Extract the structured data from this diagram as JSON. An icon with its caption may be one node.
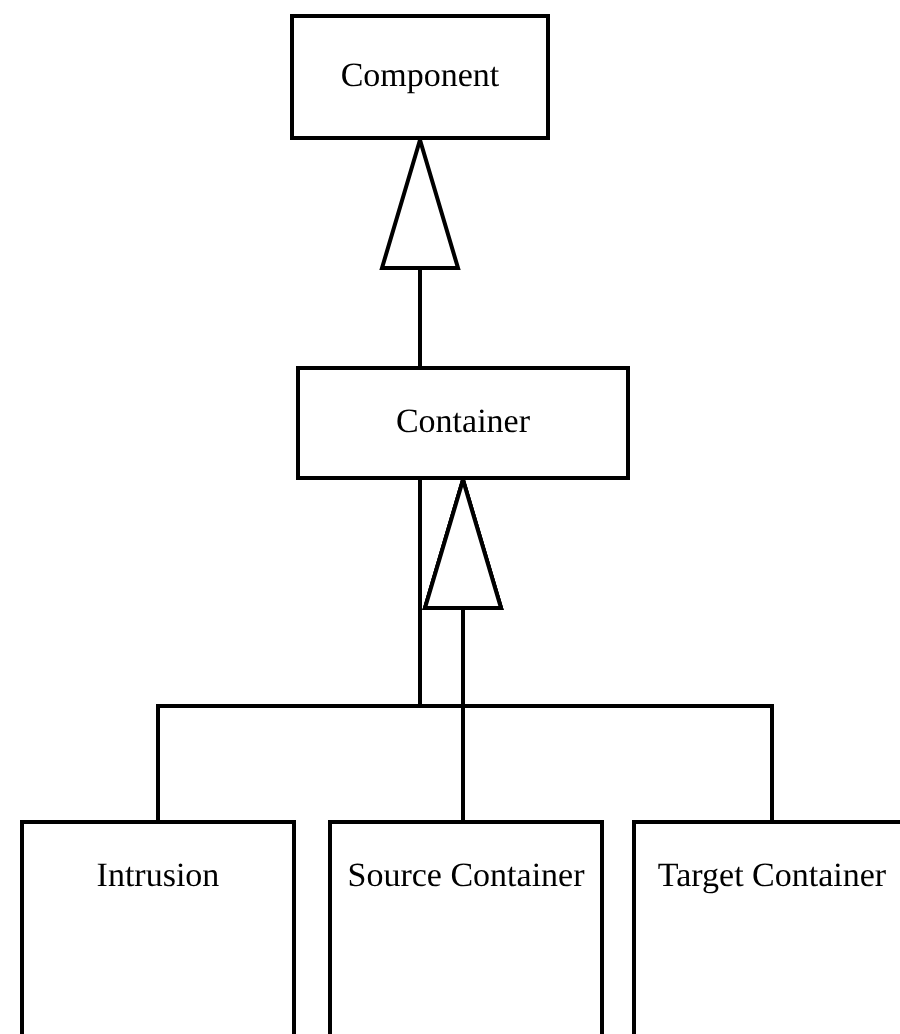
{
  "diagram": {
    "nodes": [
      {
        "text": [
          "Component"
        ]
      },
      {
        "text": [
          "Container"
        ]
      },
      {
        "text": [
          "Intrusion"
        ]
      },
      {
        "text": [
          "Source Container"
        ]
      },
      {
        "text": [
          "Target Container"
        ]
      }
    ],
    "edges": [
      {
        "from": 1,
        "to": 0,
        "arrow": "to"
      },
      {
        "from": 2,
        "to": 1,
        "arrow": "to"
      },
      {
        "from": 3,
        "to": 1,
        "arrow": "to"
      },
      {
        "from": 4,
        "to": 1,
        "arrow": "to"
      }
    ]
  }
}
